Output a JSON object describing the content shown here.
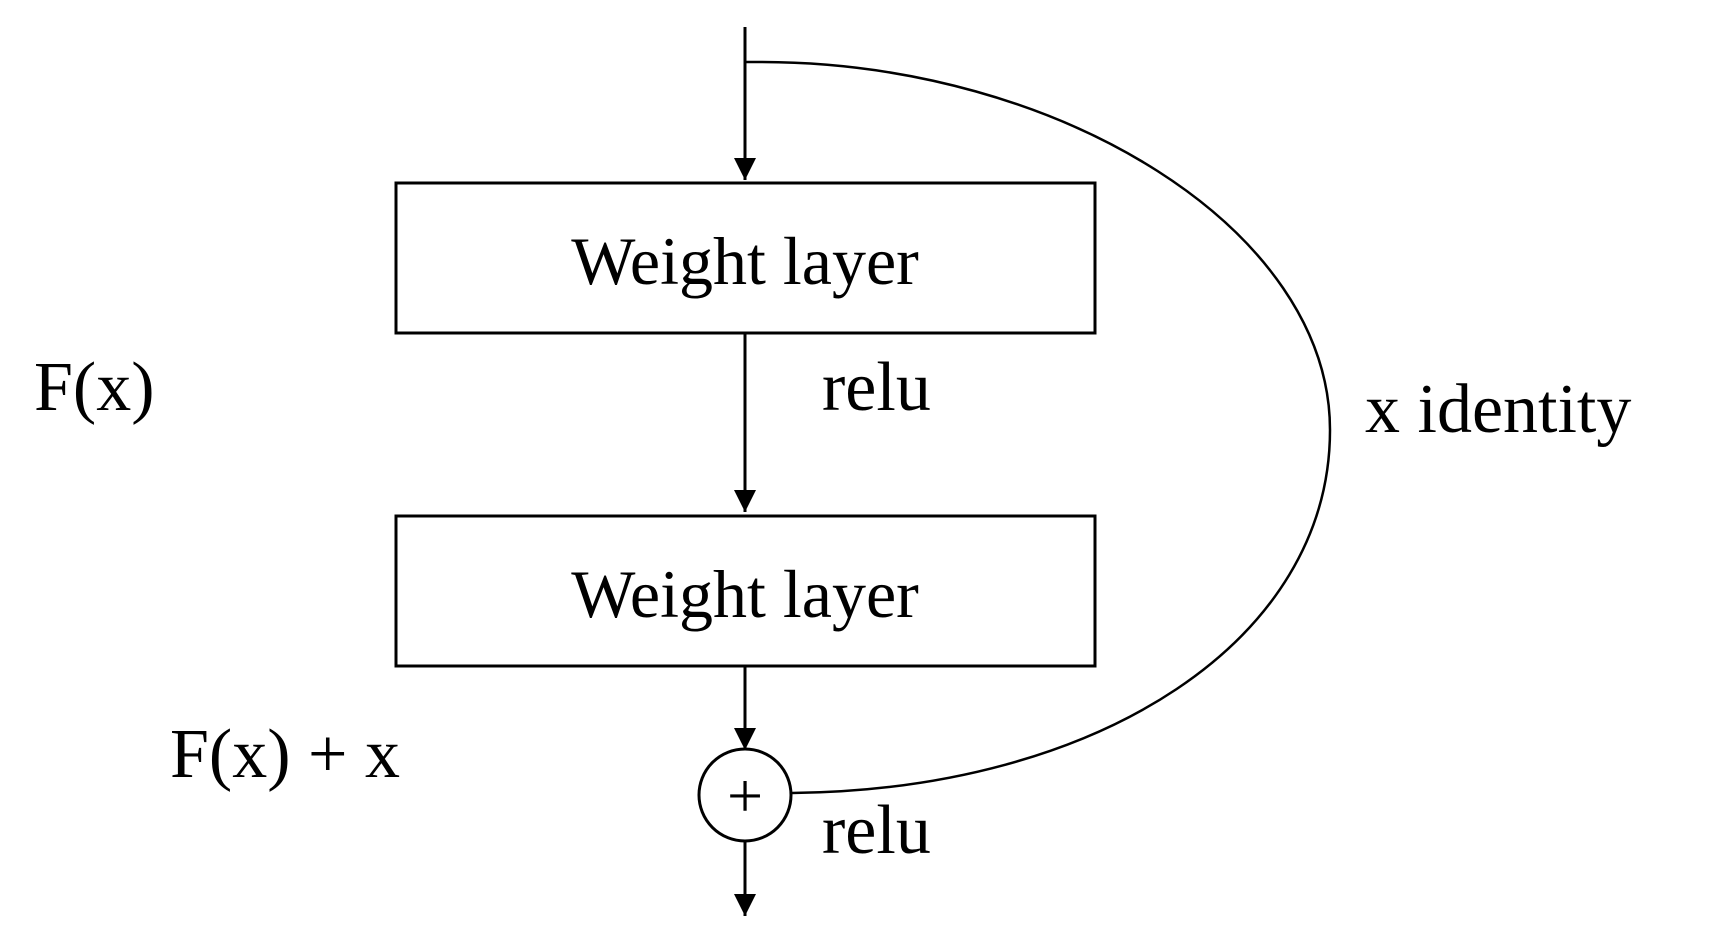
{
  "diagram": {
    "nodes": {
      "weight_layer_1": {
        "label": "Weight layer"
      },
      "weight_layer_2": {
        "label": "Weight layer"
      },
      "add_node": {
        "symbol": "+"
      }
    },
    "labels": {
      "relu_top": "relu",
      "relu_bottom": "relu",
      "residual_function": "F(x)",
      "sum_output": "F(x) + x",
      "skip_connection": "x identity"
    },
    "colors": {
      "stroke": "#000000",
      "background": "#ffffff"
    }
  }
}
